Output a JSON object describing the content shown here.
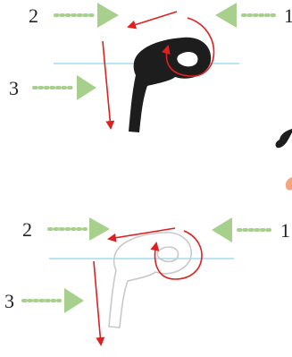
{
  "colors": {
    "arrow_green": "#a7d08c",
    "stroke_red": "#e02020",
    "guide_blue": "#8fd3ee",
    "letter_dark": "#1d1d1d",
    "letter_outline": "#c9c9c9",
    "accent_orange": "#f4a67a"
  },
  "panels": [
    {
      "letter_style": "filled",
      "step_labels": [
        "2",
        "3",
        "1"
      ]
    },
    {
      "letter_style": "outline",
      "step_labels": [
        "2",
        "3",
        "1"
      ]
    }
  ]
}
